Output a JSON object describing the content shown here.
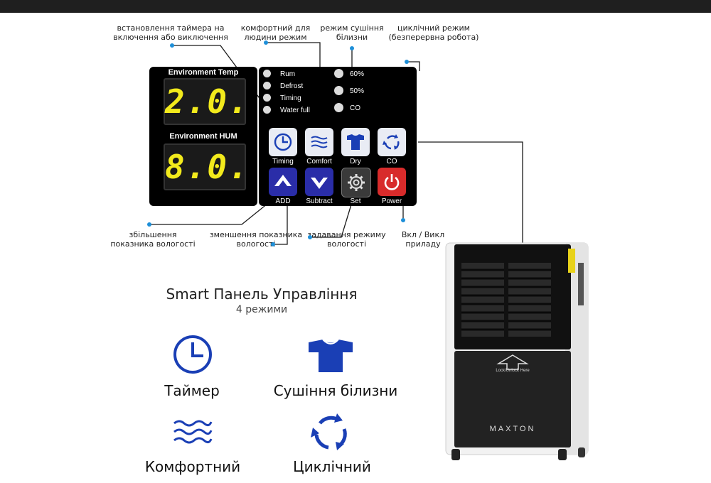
{
  "annotations": {
    "timer": "встановлення таймера на включення або виключення",
    "comfort": "комфортний для людини режим",
    "dry": "режим сушіння білизни",
    "cycle": "циклічний режим (безперервна робота)",
    "increase": "збільшення показника вологості",
    "decrease": "зменшення показника вологості",
    "set": "задавання режиму вологості",
    "power": "Вкл / Викл приладу"
  },
  "display": {
    "temp_label": "Environment Temp",
    "temp_value": "2.0.",
    "hum_label": "Environment HUM",
    "hum_value": "8.0."
  },
  "panel": {
    "indicators": [
      "Rum",
      "Defrost",
      "Timing",
      "Water full"
    ],
    "levels": [
      "60%",
      "50%",
      "CO"
    ],
    "buttons_top": [
      "Timing",
      "Comfort",
      "Dry",
      "CO"
    ],
    "buttons_bottom": [
      "ADD",
      "Subtract",
      "Set",
      "Power"
    ]
  },
  "section": {
    "title": "Smart Панель Управління",
    "subtitle": "4 режими"
  },
  "modes": {
    "timer": "Таймер",
    "drying": "Сушіння білизни",
    "comfort": "Комфортний",
    "cyclic": "Циклічний"
  },
  "device": {
    "brand": "MAXTON",
    "lock_text": "Lock/Unlock Here"
  },
  "colors": {
    "accent_blue": "#1a3fb5",
    "digit_yellow": "#f2ea1c",
    "power_red": "#d82b2b",
    "dot_blue": "#1e8fd8"
  }
}
